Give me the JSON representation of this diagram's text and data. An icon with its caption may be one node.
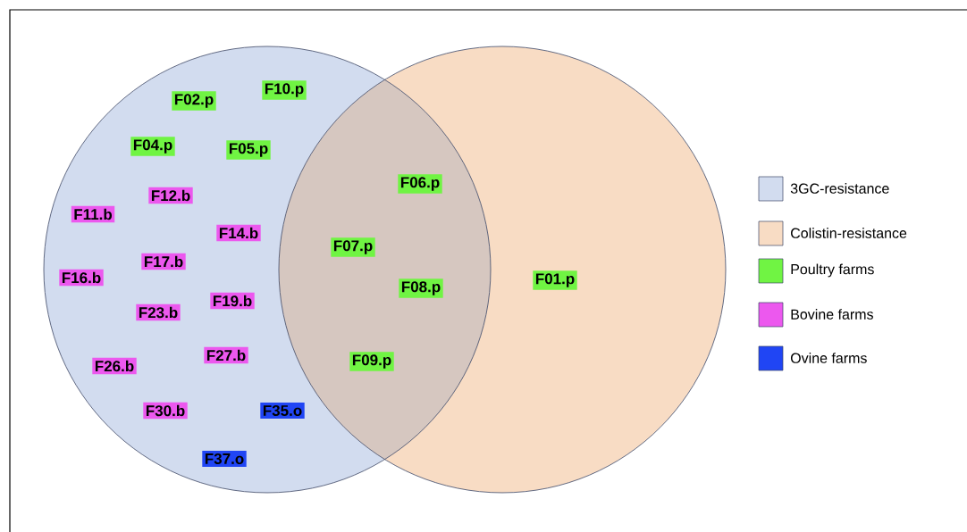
{
  "diagram": {
    "nodes": [
      {
        "text": [],
        "shape": "circle"
      },
      {
        "text": [],
        "shape": "circle"
      },
      {
        "text": [
          "F02.p"
        ],
        "in": 0
      },
      {
        "text": [
          "F10.p"
        ],
        "in": 0
      },
      {
        "text": [
          "F04.p"
        ],
        "in": 0
      },
      {
        "text": [
          "F05.p"
        ],
        "in": 0
      },
      {
        "text": [
          "F12.b"
        ],
        "in": 0
      },
      {
        "text": [
          "F11.b"
        ],
        "in": 0
      },
      {
        "text": [
          "F14.b"
        ],
        "in": 0
      },
      {
        "text": [
          "F17.b"
        ],
        "in": 0
      },
      {
        "text": [
          "F16.b"
        ],
        "in": 0
      },
      {
        "text": [
          "F19.b"
        ],
        "in": 0
      },
      {
        "text": [
          "F23.b"
        ],
        "in": 0
      },
      {
        "text": [
          "F27.b"
        ],
        "in": 0
      },
      {
        "text": [
          "F26.b"
        ],
        "in": 0
      },
      {
        "text": [
          "F30.b"
        ],
        "in": 0
      },
      {
        "text": [
          "F35.o"
        ],
        "in": 0
      },
      {
        "text": [
          "F37.o"
        ],
        "in": 0
      },
      {
        "text": [
          "F06.p"
        ]
      },
      {
        "text": [
          "F07.p"
        ]
      },
      {
        "text": [
          "F08.p"
        ]
      },
      {
        "text": [
          "F09.p"
        ]
      },
      {
        "text": [
          "F01.p"
        ],
        "in": 1
      }
    ],
    "legend": [
      {
        "text": "3GC-resistance",
        "color": "#d2dcef"
      },
      {
        "text": "Colistin-resistance",
        "color": "#f8dcc4"
      },
      {
        "text": "Poultry farms",
        "color": "#70f443"
      },
      {
        "text": "Bovine farms",
        "color": "#ec58ee"
      },
      {
        "text": "Ovine farms",
        "color": "#2045f4"
      }
    ]
  }
}
